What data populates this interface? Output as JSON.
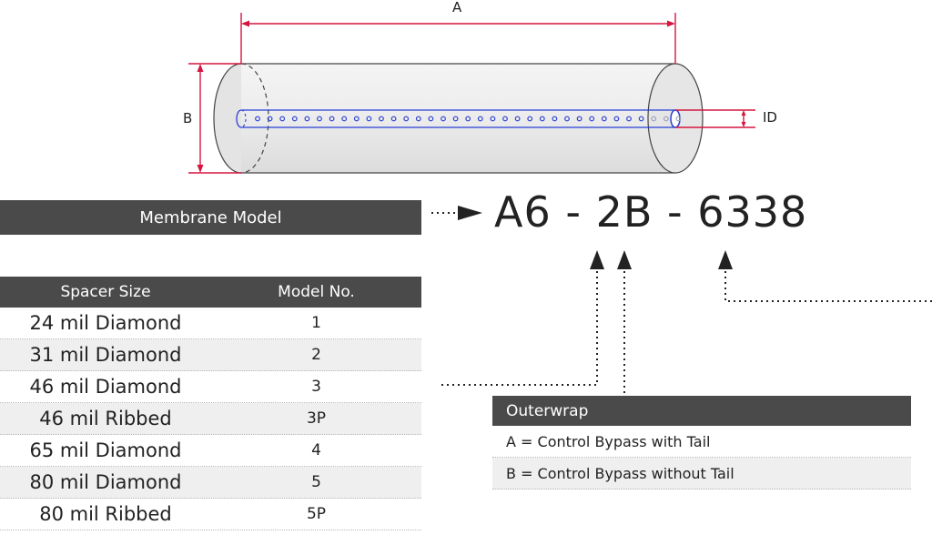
{
  "diagram": {
    "dim_a_label": "A",
    "dim_b_label": "B",
    "dim_id_label": "ID"
  },
  "membrane_model": {
    "label": "Membrane Model",
    "code": "A6 - 2B - 6338"
  },
  "spacer_table": {
    "headers": [
      "Spacer Size",
      "Model No."
    ],
    "rows": [
      {
        "size": "24 mil Diamond",
        "model": "1"
      },
      {
        "size": "31 mil Diamond",
        "model": "2"
      },
      {
        "size": "46 mil Diamond",
        "model": "3"
      },
      {
        "size": "46 mil Ribbed",
        "model": "3P"
      },
      {
        "size": "65 mil Diamond",
        "model": "4"
      },
      {
        "size": "80 mil Diamond",
        "model": "5"
      },
      {
        "size": "80 mil Ribbed",
        "model": "5P"
      }
    ]
  },
  "outerwrap": {
    "title": "Outerwrap",
    "options": [
      "A = Control Bypass with Tail",
      "B = Control Bypass without Tail"
    ]
  },
  "colors": {
    "dimension_line": "#d6153f",
    "permeate_tube": "#2a3fd6",
    "header_bar": "#4a4a4a",
    "alt_row": "#efefef"
  }
}
